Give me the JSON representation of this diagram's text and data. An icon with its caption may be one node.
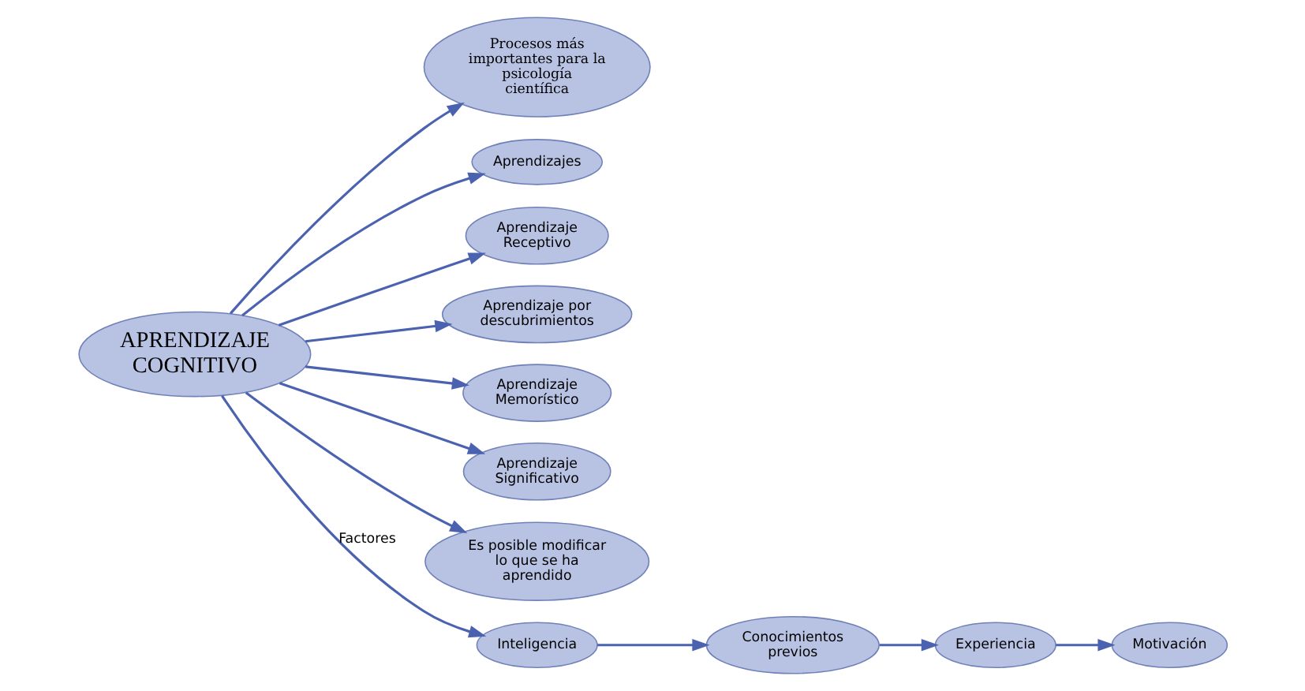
{
  "diagram": {
    "nodes": [
      {
        "text": [
          "APRENDIZAJE COGNITIVO"
        ]
      },
      {
        "text": [
          "Procesos más importantes para la psicología científica"
        ]
      },
      {
        "text": [
          "Aprendizajes"
        ]
      },
      {
        "text": [
          "Aprendizaje Receptivo"
        ]
      },
      {
        "text": [
          "Aprendizaje por descubrimientos"
        ]
      },
      {
        "text": [
          "Aprendizaje Memorístico"
        ]
      },
      {
        "text": [
          "Aprendizaje Significativo"
        ]
      },
      {
        "text": [
          "Es posible modificar lo que se ha aprendido"
        ]
      },
      {
        "text": [
          "Inteligencia"
        ]
      },
      {
        "text": [
          "Conocimientos previos"
        ]
      },
      {
        "text": [
          "Experiencia"
        ]
      },
      {
        "text": [
          "Motivación"
        ]
      }
    ],
    "edges": [
      {
        "from": 0,
        "to": 1,
        "arrow": "to"
      },
      {
        "from": 0,
        "to": 2,
        "arrow": "to"
      },
      {
        "from": 0,
        "to": 3,
        "arrow": "to"
      },
      {
        "from": 0,
        "to": 4,
        "arrow": "to"
      },
      {
        "from": 0,
        "to": 5,
        "arrow": "to"
      },
      {
        "from": 0,
        "to": 6,
        "arrow": "to"
      },
      {
        "from": 0,
        "to": 7,
        "arrow": "to"
      },
      {
        "from": 0,
        "to": 8,
        "arrow": "to",
        "label": "Factores"
      },
      {
        "from": 8,
        "to": 9,
        "arrow": "to"
      },
      {
        "from": 9,
        "to": 10,
        "arrow": "to"
      },
      {
        "from": 10,
        "to": 11,
        "arrow": "to"
      }
    ]
  }
}
